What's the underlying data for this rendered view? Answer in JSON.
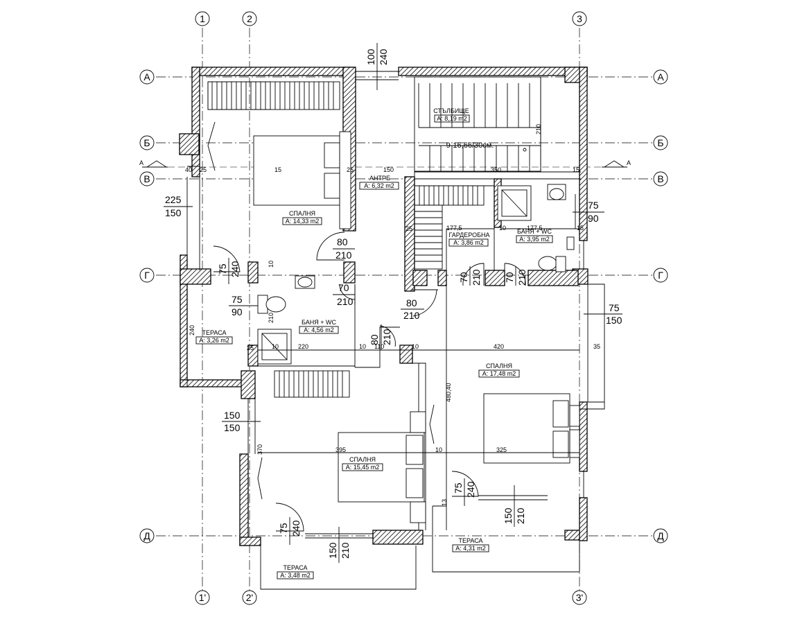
{
  "axes": {
    "top": [
      "1",
      "2",
      "3"
    ],
    "bottom": [
      "1'",
      "2'",
      "3'"
    ],
    "rows": [
      "А",
      "Б",
      "В",
      "Г",
      "Д"
    ]
  },
  "section_mark": "А",
  "stair_note": "9-16,66/30см.",
  "rooms": [
    {
      "id": "bedroom-nw",
      "name": "СПАЛНЯ",
      "area": "А: 14,33 m2"
    },
    {
      "id": "stairs",
      "name": "СТЪЛБИЩЕ",
      "area": "А: 8,19 m2"
    },
    {
      "id": "hall",
      "name": "АНТРЕ",
      "area": "А: 6,32 m2"
    },
    {
      "id": "wardrobe",
      "name": "ГАРДЕРОБНА",
      "area": "А: 3,86 m2"
    },
    {
      "id": "bath-ne",
      "name": "БАНЯ + WC",
      "area": "А: 3,95 m2"
    },
    {
      "id": "bath-w",
      "name": "БАНЯ + WC",
      "area": "А: 4,56 m2"
    },
    {
      "id": "terrace-w",
      "name": "ТЕРАСА",
      "area": "А: 3,26 m2"
    },
    {
      "id": "bedroom-e",
      "name": "СПАЛНЯ",
      "area": "А: 17,48 m2"
    },
    {
      "id": "bedroom-sw",
      "name": "СПАЛНЯ",
      "area": "А: 15,45 m2"
    },
    {
      "id": "terrace-s",
      "name": "ТЕРАСА",
      "area": "А: 3,48 m2"
    },
    {
      "id": "terrace-se",
      "name": "ТЕРАСА",
      "area": "А: 4,31 m2"
    }
  ],
  "openings": {
    "entry": [
      "100",
      "240"
    ],
    "win_w1": [
      "225",
      "150"
    ],
    "win_ne": [
      "75",
      "90"
    ],
    "d_bed_nw": [
      "80",
      "210"
    ],
    "bal_w": [
      "75",
      "240"
    ],
    "win_bath": [
      "75",
      "90"
    ],
    "d_bath": [
      "70",
      "210"
    ],
    "d_hall": [
      "80",
      "210"
    ],
    "d_hall2": [
      "80",
      "210"
    ],
    "d_ward": [
      "70",
      "210"
    ],
    "d_bath_ne": [
      "70",
      "210"
    ],
    "win_e": [
      "75",
      "150"
    ],
    "win_w2": [
      "150",
      "150"
    ],
    "bal_sw": [
      "75",
      "240"
    ],
    "win_s": [
      "150",
      "210"
    ],
    "bal_se": [
      "75",
      "240"
    ],
    "win_se": [
      "150",
      "210"
    ]
  },
  "small_dims": [
    "40",
    "25",
    "15",
    "25",
    "150",
    "350",
    "15",
    "25",
    "177,5",
    "10",
    "177,5",
    "15",
    "210",
    "10",
    "220",
    "10",
    "110",
    "10",
    "420",
    "35",
    "480,40",
    "395",
    "10",
    "325",
    "370",
    "25",
    "240",
    "210",
    "10",
    "13"
  ]
}
